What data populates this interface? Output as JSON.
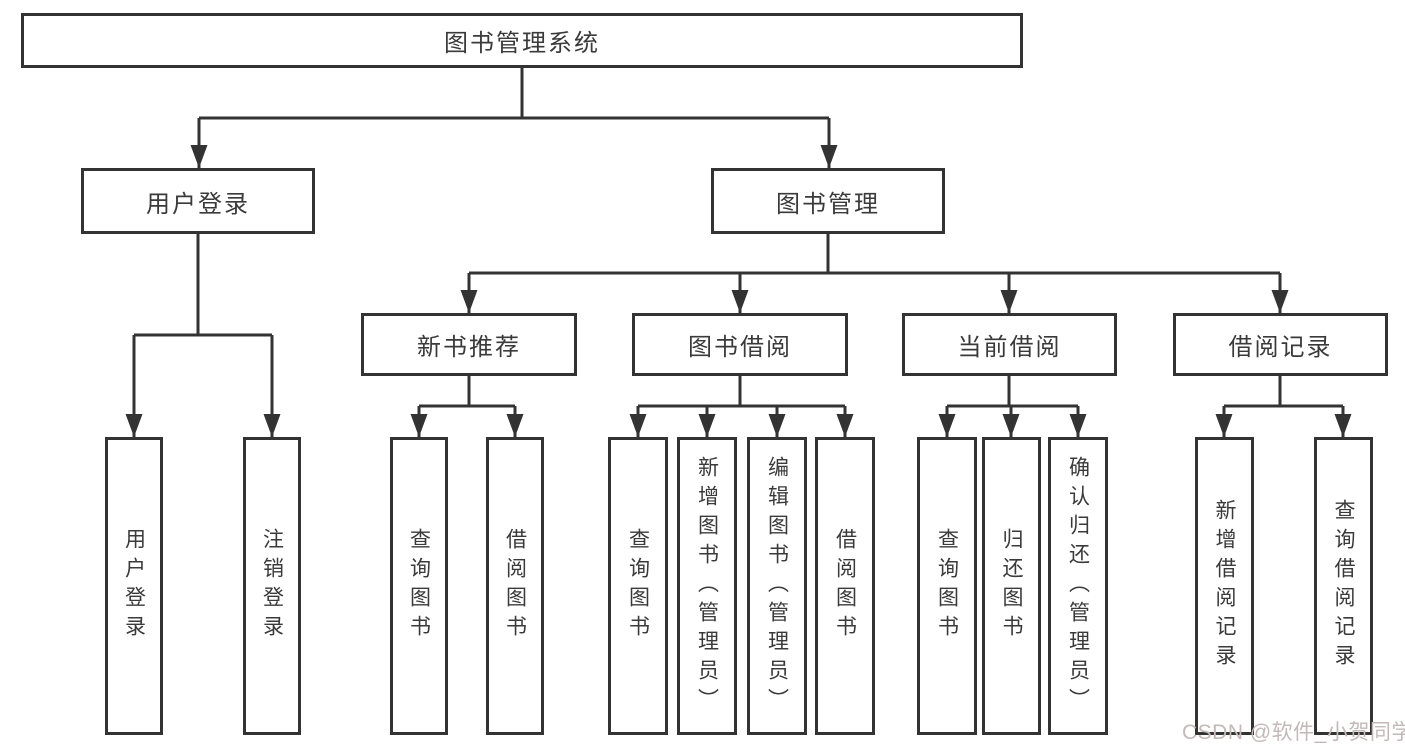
{
  "diagram": {
    "root": {
      "label": "图书管理系统"
    },
    "modules": [
      {
        "label": "用户登录"
      },
      {
        "label": "图书管理"
      }
    ],
    "submodules": [
      {
        "label": "新书推荐"
      },
      {
        "label": "图书借阅"
      },
      {
        "label": "当前借阅"
      },
      {
        "label": "借阅记录"
      }
    ],
    "functions": [
      {
        "label": "用户登录"
      },
      {
        "label": "注销登录"
      },
      {
        "label": "查询图书"
      },
      {
        "label": "借阅图书"
      },
      {
        "label": "查询图书"
      },
      {
        "label": "新增图书（管理员）"
      },
      {
        "label": "编辑图书（管理员）"
      },
      {
        "label": "借阅图书"
      },
      {
        "label": "查询图书"
      },
      {
        "label": "归还图书"
      },
      {
        "label": "确认归还（管理员）"
      },
      {
        "label": "新增借阅记录"
      },
      {
        "label": "查询借阅记录"
      }
    ]
  },
  "watermark": {
    "text": "CSDN @软件_小贺同学"
  },
  "colors": {
    "line": "#333333",
    "text": "#3a3a3a",
    "box_background": "#ffffff",
    "watermark": "#c3b9b9"
  }
}
